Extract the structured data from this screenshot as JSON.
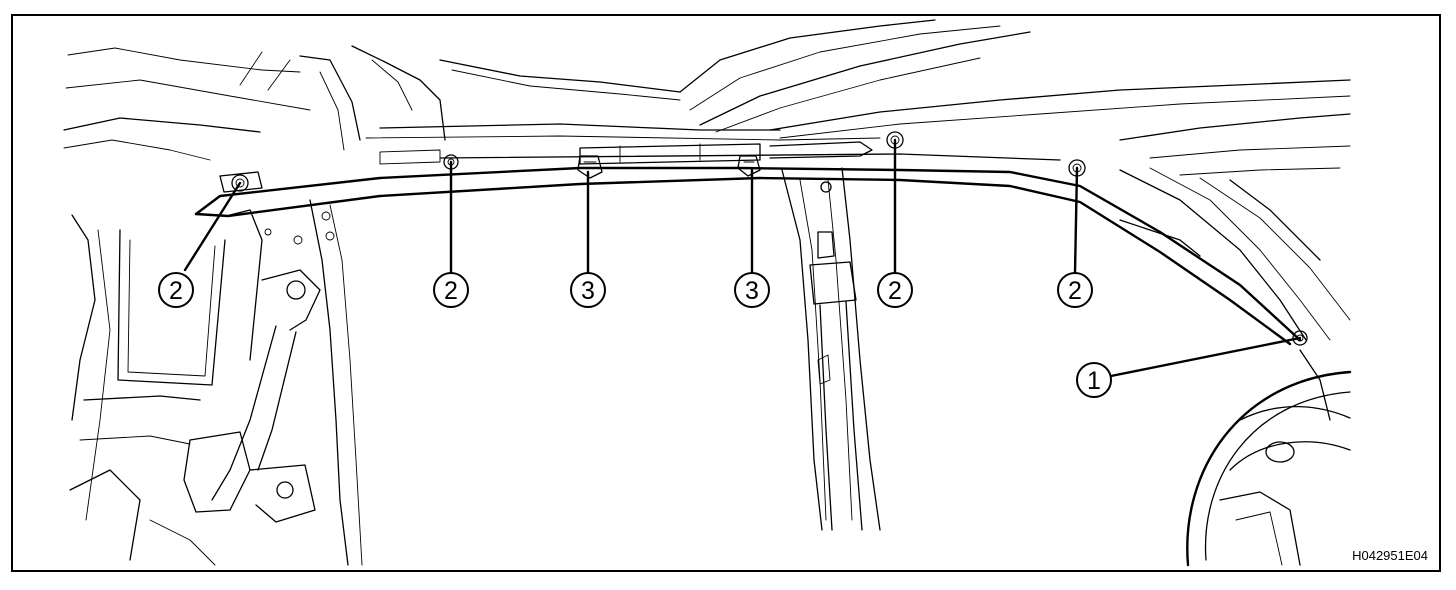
{
  "figure": {
    "code": "H042951E04"
  },
  "callouts": [
    {
      "id": "c1",
      "label": "2",
      "part": "bolt"
    },
    {
      "id": "c2",
      "label": "2",
      "part": "bolt"
    },
    {
      "id": "c3",
      "label": "3",
      "part": "clip"
    },
    {
      "id": "c4",
      "label": "3",
      "part": "clip"
    },
    {
      "id": "c5",
      "label": "2",
      "part": "bolt"
    },
    {
      "id": "c6",
      "label": "2",
      "part": "bolt"
    },
    {
      "id": "c7",
      "label": "1",
      "part": "bolt"
    }
  ],
  "colors": {
    "line": "#000000",
    "background": "#ffffff"
  }
}
